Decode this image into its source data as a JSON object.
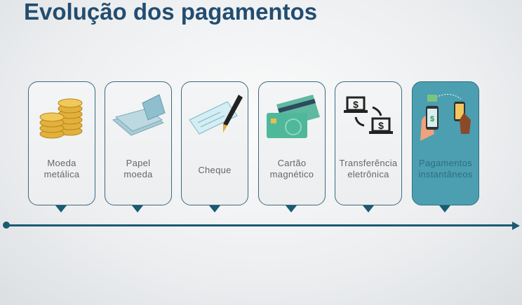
{
  "title": "Evolução dos pagamentos",
  "steps": [
    {
      "line1": "Moeda",
      "line2": "metálica",
      "icon": "coins-icon"
    },
    {
      "line1": "Papel",
      "line2": "moeda",
      "icon": "banknotes-icon"
    },
    {
      "line1": "Cheque",
      "line2": "",
      "icon": "cheque-pen-icon"
    },
    {
      "line1": "Cartão",
      "line2": "magnético",
      "icon": "credit-cards-icon"
    },
    {
      "line1": "Transferência",
      "line2": "eletrônica",
      "icon": "laptops-transfer-icon"
    },
    {
      "line1": "Pagamentos",
      "line2": "instantâneos",
      "icon": "phones-payment-icon"
    }
  ],
  "colors": {
    "title": "#234d70",
    "timeline": "#1a5a72",
    "active": "#4b9fb1"
  }
}
